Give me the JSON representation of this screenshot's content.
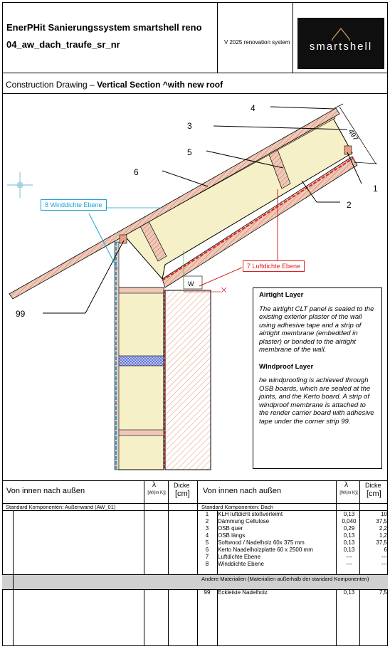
{
  "header": {
    "title_line1": "EnerPHit Sanierungssystem smartshell reno",
    "title_line2": "04_aw_dach_traufe_sr_nr",
    "version": "V 2025 renovation system",
    "logo_text": "smartshell",
    "subtitle_plain": "Construction Drawing – ",
    "subtitle_bold": "Vertical Section ^with new roof"
  },
  "drawing": {
    "callouts": [
      "4",
      "3",
      "5",
      "6",
      "1",
      "2",
      "99"
    ],
    "dimension": "497",
    "windproof_label": "8 Winddichte Ebene",
    "airtight_label": "7 Luftdichte Ebene",
    "w_marker": "W"
  },
  "notes": {
    "airtight_title": "Airtight Layer",
    "airtight_text": "The airtight CLT panel is sealed to the existing exterior plaster of the wall using adhesive tape and a strip of airtight membrane (embedded in plaster) or bonded to the airtight membrane of the wall.",
    "windproof_title": "WIndproof Layer",
    "windproof_text": "he windproofing is achieved through OSB boards, which are sealed at the joints, and the Kerto board. A strip of windproof membrane is attached to the render carrier board with adhesive tape under the corner strip 99."
  },
  "table": {
    "left": {
      "header": "Von innen nach außen",
      "lambda": "λ",
      "lambda_unit": "[W/(m K)]",
      "thickness": "Dicke",
      "thickness_unit": "[cm]",
      "group": "Standard Komponenten: Außenwand (AW_01)"
    },
    "right": {
      "header": "Von innen nach außen",
      "lambda": "λ",
      "lambda_unit": "[W/(m K)]",
      "thickness": "Dicke",
      "thickness_unit": "[cm]",
      "group": "Standard Komponenten: Dach",
      "rows": [
        {
          "no": "1",
          "name": "KLH luftdicht stoßverleimt",
          "lambda": "0,13",
          "d": "10"
        },
        {
          "no": "2",
          "name": "Dämmung Cellulose",
          "lambda": "0,040",
          "d": "37,5"
        },
        {
          "no": "3",
          "name": "OSB quer",
          "lambda": "0,29",
          "d": "2,2"
        },
        {
          "no": "4",
          "name": "OSB längs",
          "lambda": "0,13",
          "d": "1,2"
        },
        {
          "no": "5",
          "name": "Softwood / Nadelholz 60x 375 mm",
          "lambda": "0,13",
          "d": "37,5"
        },
        {
          "no": "6",
          "name": "Kerto Naadelholzplatte 60 x 2500 mm",
          "lambda": "0,13",
          "d": "6"
        },
        {
          "no": "7",
          "name": "Luftdichte Ebene",
          "lambda": "---",
          "d": "---"
        },
        {
          "no": "8",
          "name": "Winddichte Ebene",
          "lambda": "---",
          "d": "---"
        }
      ],
      "other_group": "Andere Materialien (Materialien außerhalb der standard Komponenten)",
      "other_rows": [
        {
          "no": "99",
          "name": "Eckleiste Nadelholz",
          "lambda": "0,13",
          "d": "7,5"
        }
      ]
    }
  },
  "colors": {
    "insulation": "#f5f0c8",
    "wood": "#e8b0a0",
    "windproof_line": "#1aa0d8",
    "airtight_line": "#e02020"
  }
}
